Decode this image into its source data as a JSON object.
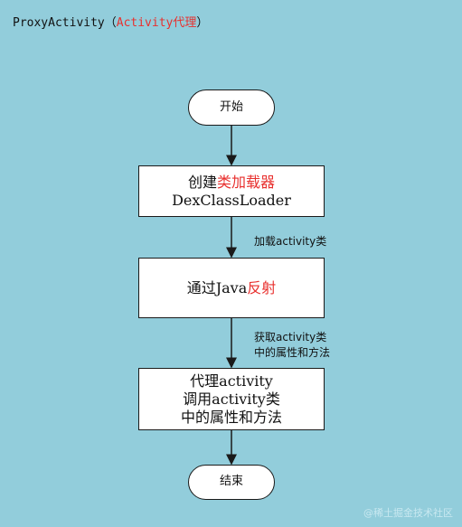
{
  "title": {
    "prefix": "ProxyActivity（",
    "highlight": "Activity代理",
    "suffix": "）"
  },
  "nodes": {
    "start": "开始",
    "loader": {
      "line1_plain": "创建",
      "line1_red": "类加载器",
      "line2": "DexClassLoader"
    },
    "reflect": {
      "plain": "通过Java",
      "red": "反射"
    },
    "proxy": [
      "代理activity",
      "调用activity类",
      "中的属性和方法"
    ],
    "end": "结束"
  },
  "edge_labels": {
    "load": "加载activity类",
    "fetch": [
      "获取activity类",
      "中的属性和方法"
    ]
  },
  "watermark": "@稀土掘金技术社区",
  "colors": {
    "background": "#92cddb",
    "highlight": "#e8302e",
    "box": "#ffffff",
    "stroke": "#1a1a1a"
  }
}
